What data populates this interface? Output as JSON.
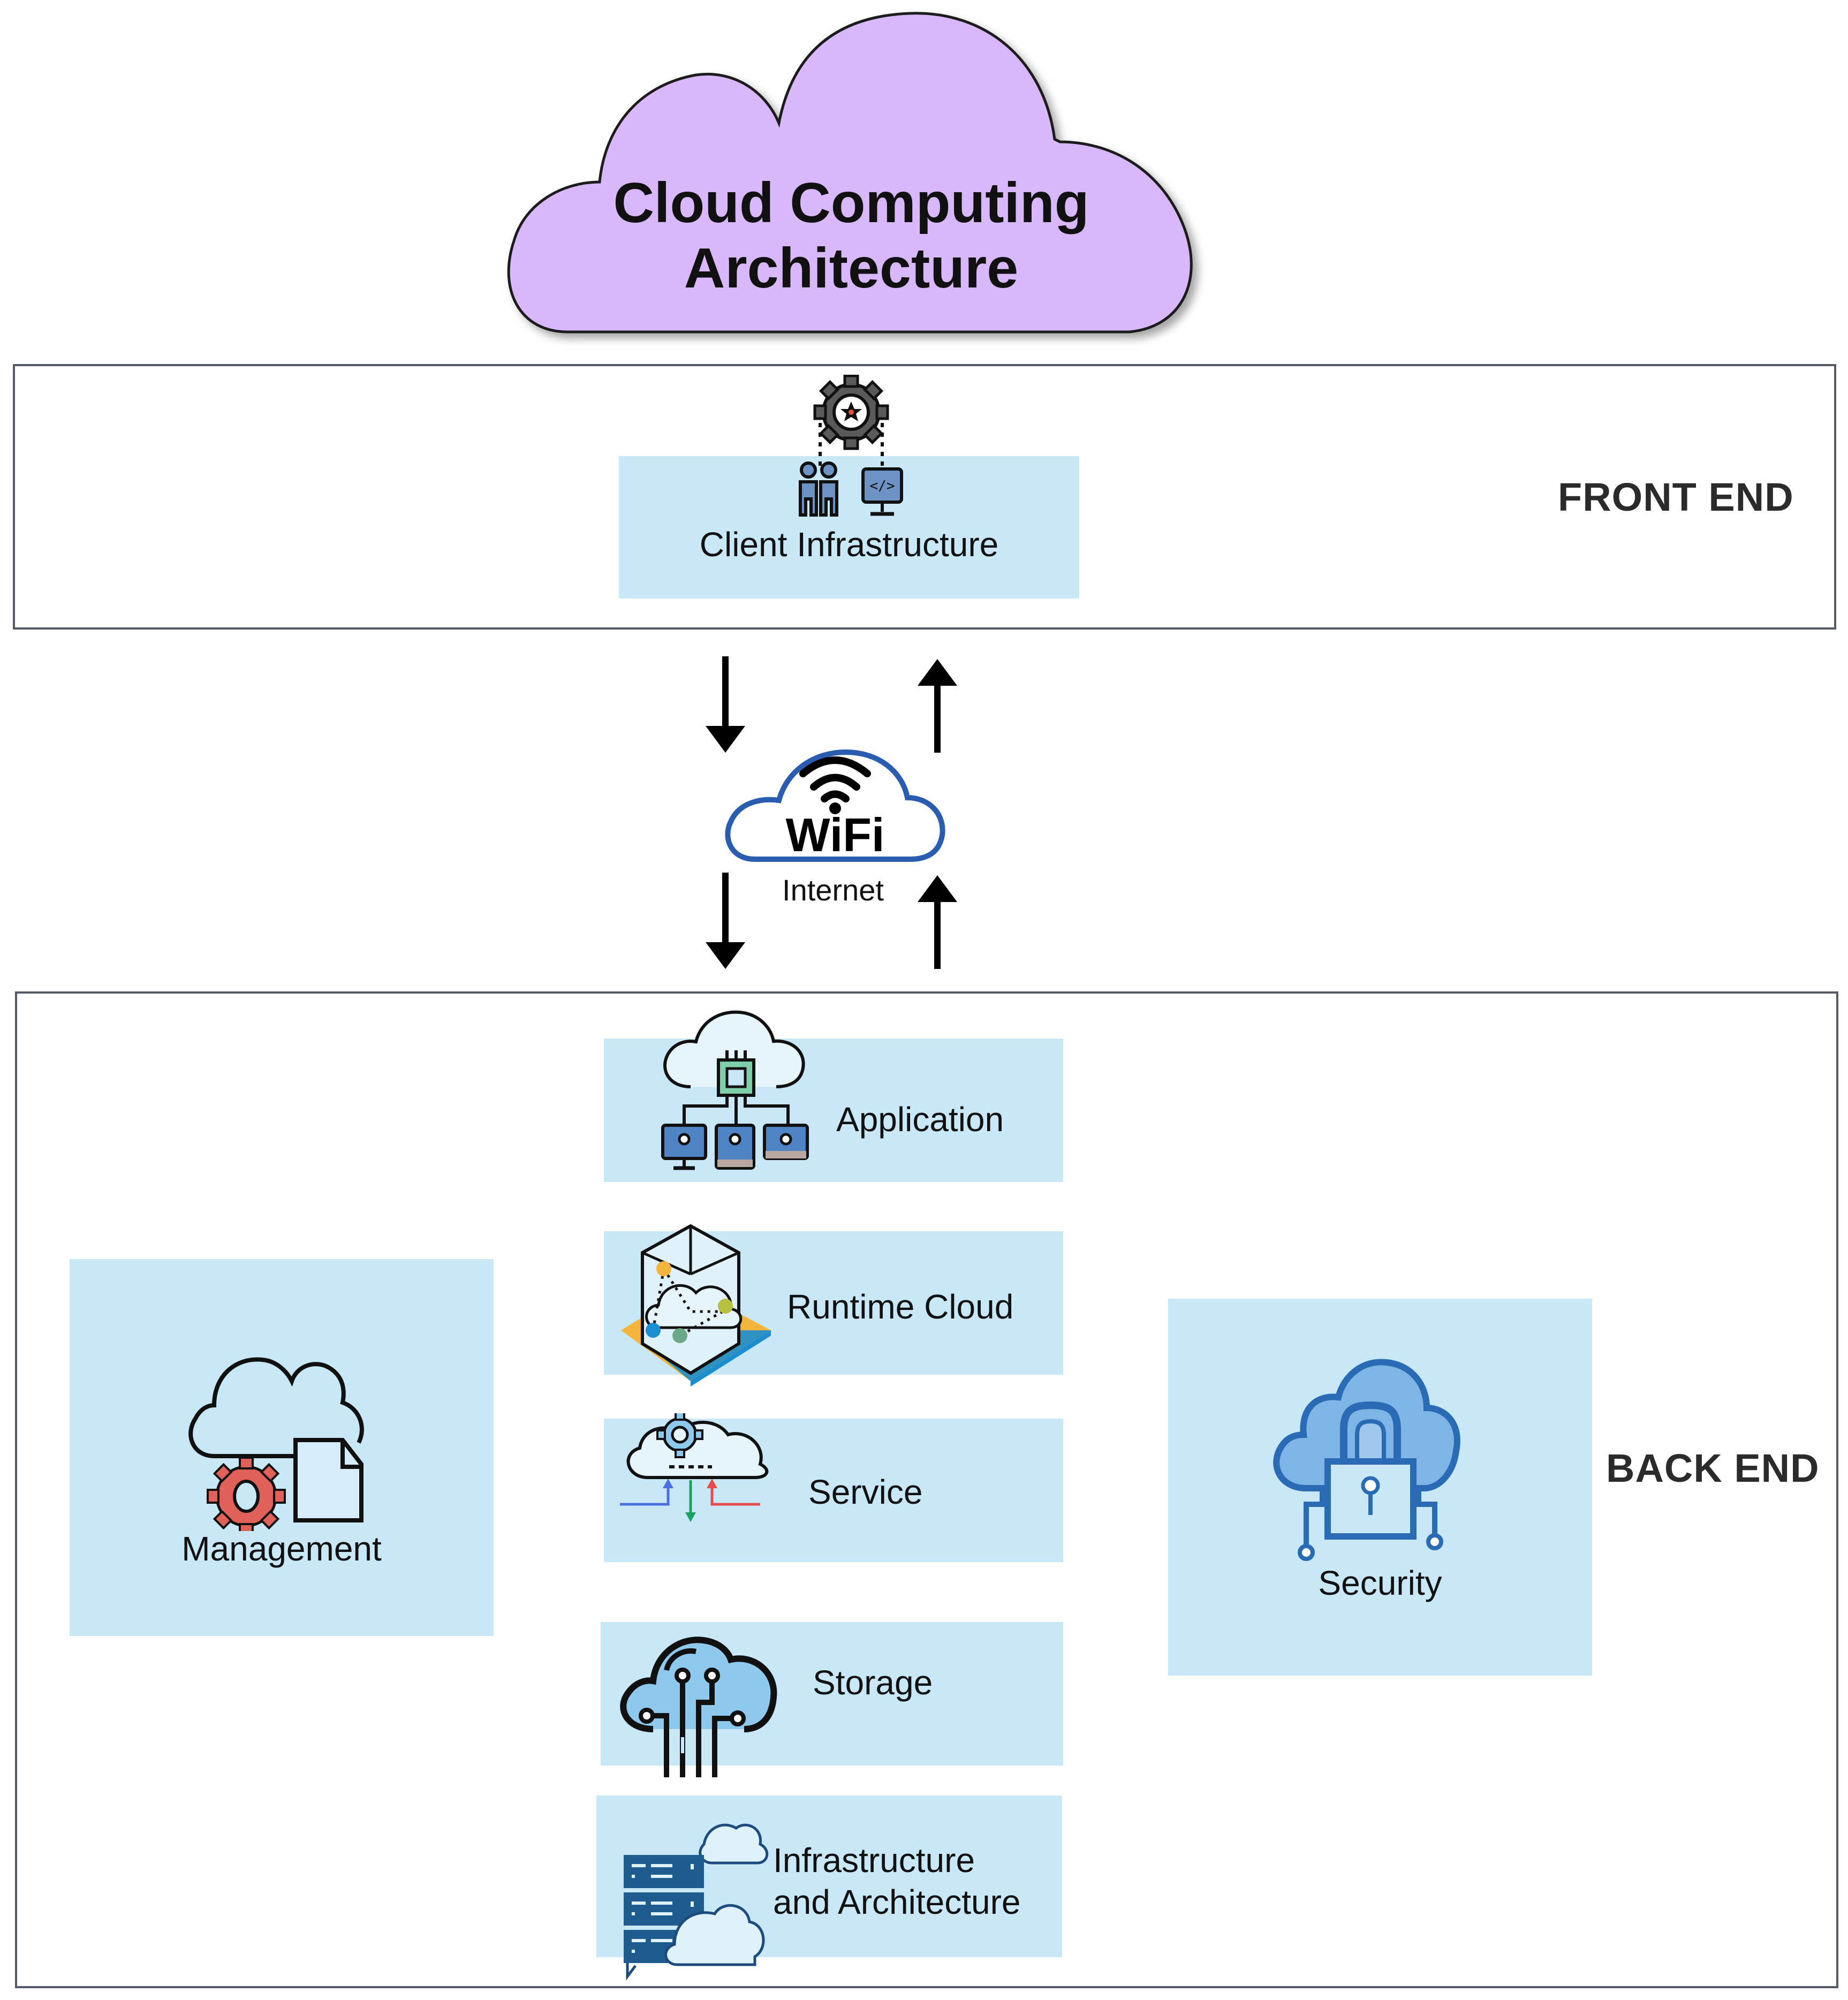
{
  "title": {
    "line1": "Cloud Computing",
    "line2": "Architecture",
    "cloud_fill": "#d8b8fb"
  },
  "front_end": {
    "section_label": "FRONT END",
    "client": {
      "label": "Client Infrastructure",
      "icon": "users-gear-monitor-icon"
    }
  },
  "network": {
    "label": "Internet",
    "wifi_text": "WiFi",
    "icon": "wifi-cloud-icon",
    "cloud_stroke": "#2a5db0",
    "arrows": [
      "down",
      "up",
      "down",
      "up"
    ]
  },
  "back_end": {
    "section_label": "BACK END",
    "stack": [
      {
        "label": "Application",
        "icon": "cloud-chip-network-icon"
      },
      {
        "label": "Runtime Cloud",
        "icon": "runtime-cube-cloud-icon"
      },
      {
        "label": "Service",
        "icon": "cloud-gear-service-icon"
      },
      {
        "label": "Storage",
        "icon": "cloud-storage-circuit-icon"
      },
      {
        "label": "Infrastructure and Architecture",
        "label_line1": "Infrastructure",
        "label_line2": "and Architecture",
        "icon": "server-cloud-icon"
      }
    ],
    "management": {
      "label": "Management",
      "icon": "cloud-gear-document-icon"
    },
    "security": {
      "label": "Security",
      "icon": "cloud-lock-icon"
    }
  },
  "colors": {
    "card_bg": "#c8e8f8",
    "border": "#555a66",
    "icon_blue": "#5b86c0",
    "accent_red": "#e0605a",
    "accent_green": "#6bbf96"
  }
}
